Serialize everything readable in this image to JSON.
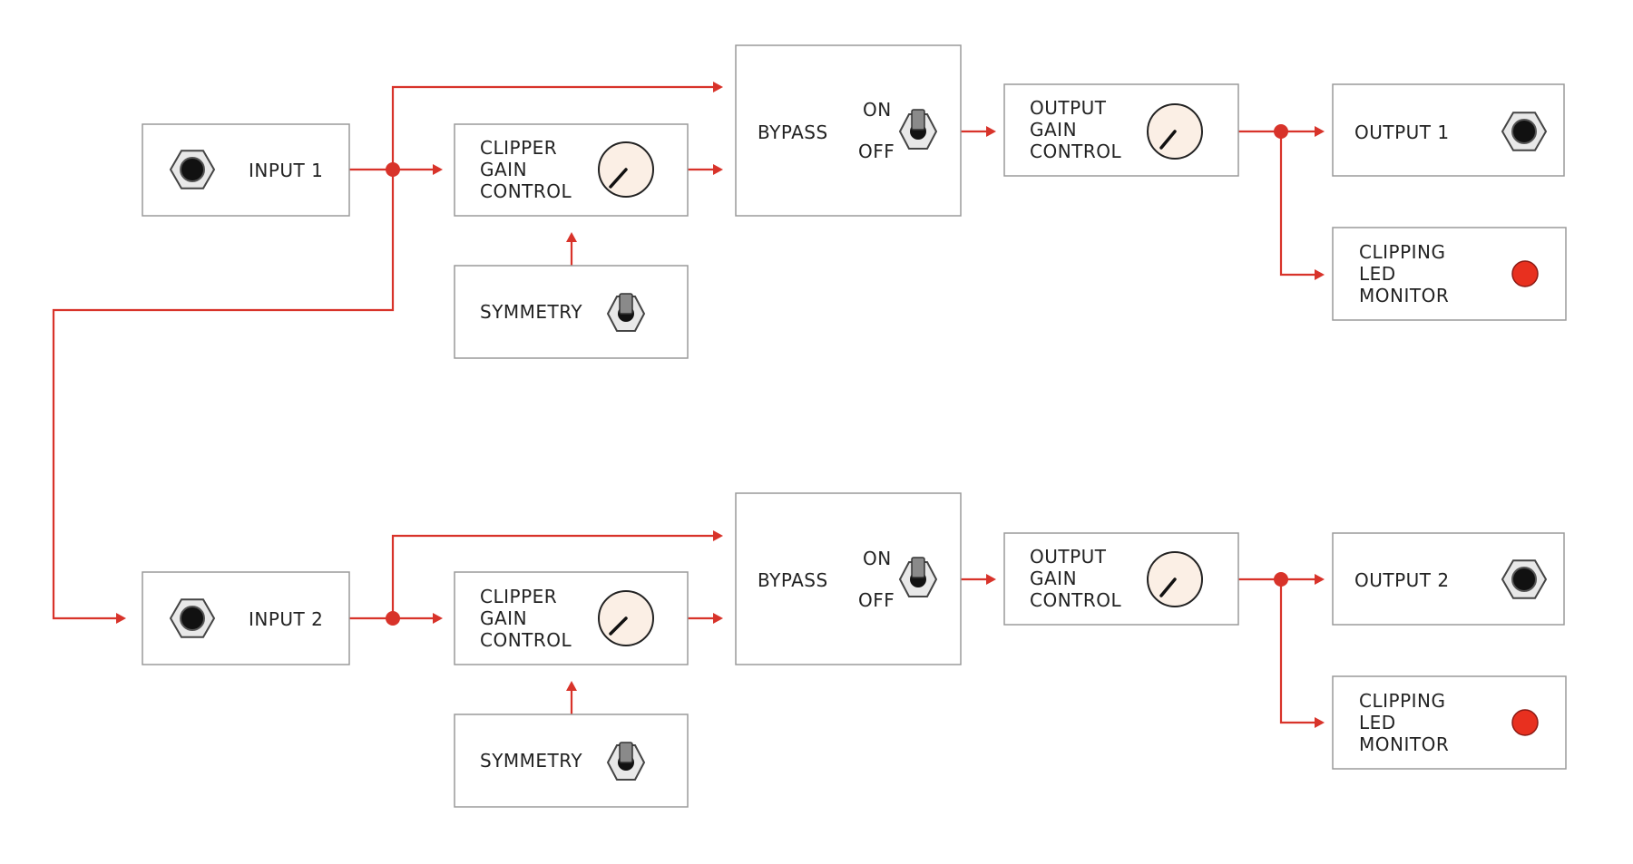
{
  "colors": {
    "wire": "#d8332a",
    "led": "#e8301f",
    "box_border": "#9a9a9a"
  },
  "channels": [
    {
      "input_label": "INPUT 1",
      "clipper": {
        "line1": "CLIPPER",
        "line2": "GAIN",
        "line3": "CONTROL"
      },
      "symmetry_label": "SYMMETRY",
      "bypass": {
        "label": "BYPASS",
        "on": "ON",
        "off": "OFF"
      },
      "output_gain": {
        "line1": "OUTPUT",
        "line2": "GAIN",
        "line3": "CONTROL"
      },
      "output_label": "OUTPUT 1",
      "led_monitor": {
        "line1": "CLIPPING",
        "line2": "LED",
        "line3": "MONITOR"
      }
    },
    {
      "input_label": "INPUT 2",
      "clipper": {
        "line1": "CLIPPER",
        "line2": "GAIN",
        "line3": "CONTROL"
      },
      "symmetry_label": "SYMMETRY",
      "bypass": {
        "label": "BYPASS",
        "on": "ON",
        "off": "OFF"
      },
      "output_gain": {
        "line1": "OUTPUT",
        "line2": "GAIN",
        "line3": "CONTROL"
      },
      "output_label": "OUTPUT 2",
      "led_monitor": {
        "line1": "CLIPPING",
        "line2": "LED",
        "line3": "MONITOR"
      }
    }
  ],
  "icons": [
    "jack-icon",
    "knob-icon",
    "toggle-switch-icon",
    "led-icon"
  ]
}
